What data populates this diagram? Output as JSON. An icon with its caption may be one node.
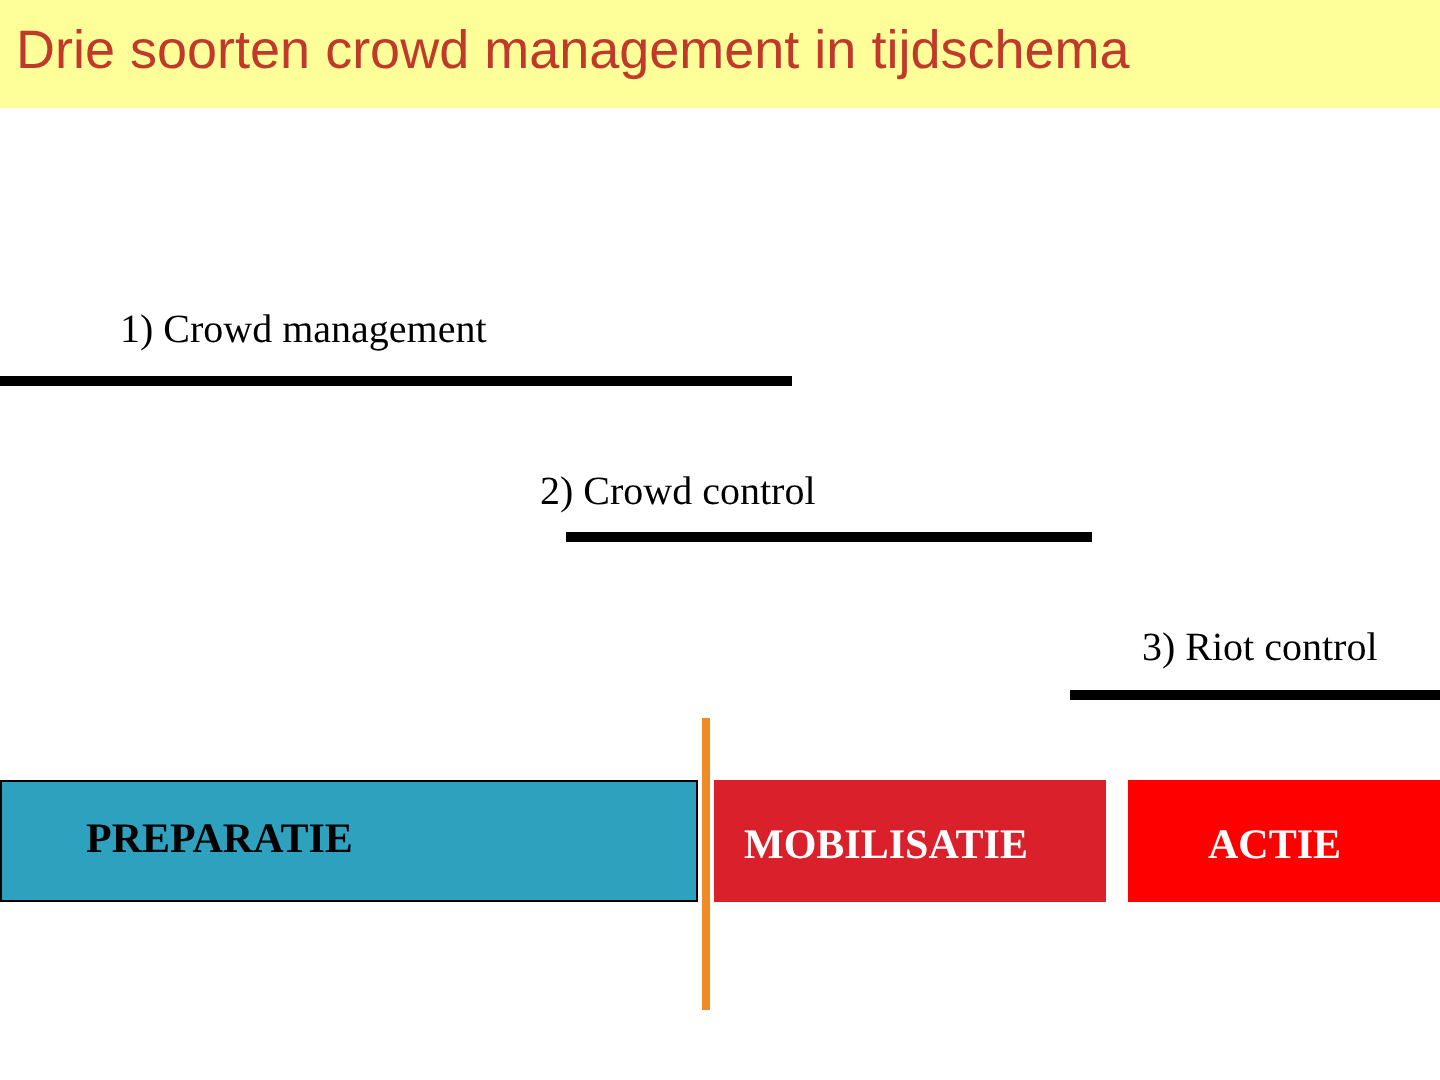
{
  "diagram": {
    "title": "Drie soorten crowd management in tijdschema",
    "nodes": [
      {
        "text": [
          "PREPARATIE"
        ]
      },
      {
        "text": [
          "MOBILISATIE"
        ]
      },
      {
        "text": [
          "ACTIE"
        ]
      }
    ],
    "labels": [
      "1) Crowd management",
      "2) Crowd control",
      "3) Riot control"
    ]
  }
}
